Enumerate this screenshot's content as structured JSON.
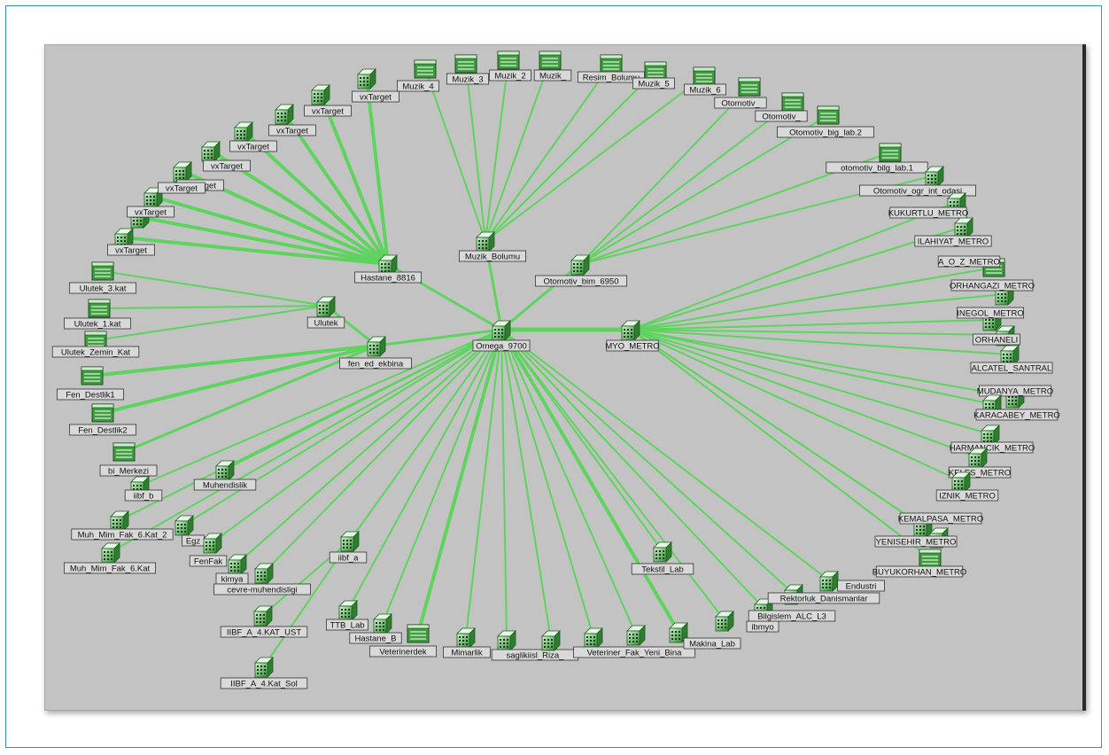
{
  "colors": {
    "link": "#5ed45e",
    "node_fill": "#3e9e3e",
    "node_light": "#b9e8b9",
    "canvas": "#c3c3c3"
  },
  "hubs": {
    "core": "Omega_9700",
    "myo": "MYO_METRO",
    "hastane": "Hastane_8816",
    "muzik": "Muzik_Bolumu",
    "otomotiv": "Otomotiv_bim_6950",
    "ulutek": "Ulutek",
    "fen": "fen_ed_ekbina"
  },
  "node_icons": {
    "server": "building-icon",
    "switch": "server-rack-icon"
  },
  "nodes": [
    {
      "id": "Omega_9700",
      "label": "Omega_9700",
      "icon": "building-icon"
    },
    {
      "id": "MYO_METRO",
      "label": "MYO_METRO",
      "icon": "building-icon"
    },
    {
      "id": "Hastane_8816",
      "label": "Hastane_8816",
      "icon": "building-icon"
    },
    {
      "id": "Muzik_Bolumu",
      "label": "Muzik_Bolumu",
      "icon": "building-icon"
    },
    {
      "id": "Otomotiv_bim_6950",
      "label": "Otomotiv_bim_6950",
      "icon": "building-icon"
    },
    {
      "id": "Ulutek",
      "label": "Ulutek",
      "icon": "building-icon"
    },
    {
      "id": "fen_ed_ekbina",
      "label": "fen_ed_ekbina",
      "icon": "building-icon"
    },
    {
      "id": "vx1",
      "label": "vxTarget",
      "icon": "building-icon"
    },
    {
      "id": "vx2",
      "label": "vxTarget",
      "icon": "building-icon"
    },
    {
      "id": "vx3",
      "label": "vxTarget",
      "icon": "building-icon"
    },
    {
      "id": "vx4",
      "label": "vxTarget",
      "icon": "building-icon"
    },
    {
      "id": "vx5",
      "label": "vxTarget",
      "icon": "building-icon"
    },
    {
      "id": "vx6",
      "label": "vxTarget",
      "icon": "building-icon"
    },
    {
      "id": "vx7",
      "label": "vxTarget",
      "icon": "building-icon"
    },
    {
      "id": "vx8",
      "label": "vxTarget",
      "icon": "building-icon"
    },
    {
      "id": "vx9",
      "label": "vxTarget",
      "icon": "building-icon"
    },
    {
      "id": "m4",
      "label": "Muzik_4",
      "icon": "server-rack-icon"
    },
    {
      "id": "m3",
      "label": "Muzik_3",
      "icon": "server-rack-icon"
    },
    {
      "id": "m2",
      "label": "Muzik_2",
      "icon": "server-rack-icon"
    },
    {
      "id": "m1",
      "label": "Muzik_",
      "icon": "server-rack-icon"
    },
    {
      "id": "rb",
      "label": "Resim_Bolumu",
      "icon": "server-rack-icon"
    },
    {
      "id": "m5",
      "label": "Muzik_5",
      "icon": "server-rack-icon"
    },
    {
      "id": "m6",
      "label": "Muzik_6",
      "icon": "server-rack-icon"
    },
    {
      "id": "ot1",
      "label": "Otomotiv_",
      "icon": "server-rack-icon"
    },
    {
      "id": "ot2",
      "label": "Otomotiv_",
      "icon": "server-rack-icon"
    },
    {
      "id": "ot3",
      "label": "Otomotiv_big_lab.2",
      "icon": "server-rack-icon"
    },
    {
      "id": "ot4",
      "label": "otomotiv_bilg_lab.1",
      "icon": "server-rack-icon"
    },
    {
      "id": "ot5",
      "label": "Otomotiv_ogr_int_odasi",
      "icon": "building-icon"
    },
    {
      "id": "ul3",
      "label": "Ulutek_3.kat",
      "icon": "server-rack-icon"
    },
    {
      "id": "ul1",
      "label": "Ulutek_1.kat",
      "icon": "server-rack-icon"
    },
    {
      "id": "ulz",
      "label": "Ulutek_Zemin_Kat",
      "icon": "server-rack-icon"
    },
    {
      "id": "fd1",
      "label": "Fen_Destlik1",
      "icon": "server-rack-icon"
    },
    {
      "id": "fd2",
      "label": "Fen_Destlik2",
      "icon": "server-rack-icon"
    },
    {
      "id": "bm",
      "label": "bi_Merkezi",
      "icon": "server-rack-icon"
    },
    {
      "id": "iibfb",
      "label": "iibf_b",
      "icon": "building-icon"
    },
    {
      "id": "muh",
      "label": "Muhendislik",
      "icon": "building-icon"
    },
    {
      "id": "mmf2",
      "label": "Muh_Mim_Fak_6.Kat_2",
      "icon": "building-icon"
    },
    {
      "id": "mmf",
      "label": "Muh_Mim_Fak_6.Kat",
      "icon": "building-icon"
    },
    {
      "id": "egz",
      "label": "Egz",
      "icon": "building-icon"
    },
    {
      "id": "fenfak",
      "label": "FenFak",
      "icon": "building-icon"
    },
    {
      "id": "kimya",
      "label": "kimya",
      "icon": "building-icon"
    },
    {
      "id": "cevre",
      "label": "cevre-muhendisligi",
      "icon": "building-icon"
    },
    {
      "id": "iibfa",
      "label": "iibf_a",
      "icon": "building-icon"
    },
    {
      "id": "iibfust",
      "label": "IIBF_A_4.KAT_UST",
      "icon": "building-icon"
    },
    {
      "id": "iibfsol",
      "label": "IIBF_A_4.Kat_Sol",
      "icon": "building-icon"
    },
    {
      "id": "ttb",
      "label": "TTB_Lab",
      "icon": "building-icon"
    },
    {
      "id": "hast2",
      "label": "Hastane_B",
      "icon": "building-icon"
    },
    {
      "id": "vet",
      "label": "Veterinerdek",
      "icon": "server-rack-icon"
    },
    {
      "id": "mimar",
      "label": "Mimarlik",
      "icon": "building-icon"
    },
    {
      "id": "sagl",
      "label": "saglikiisl_Riza_",
      "icon": "building-icon"
    },
    {
      "id": "sagl2",
      "label": "",
      "icon": "building-icon"
    },
    {
      "id": "vetfak",
      "label": "Veteriner_Fak_Yeni_Bina",
      "icon": "building-icon"
    },
    {
      "id": "yeni",
      "label": "",
      "icon": "building-icon"
    },
    {
      "id": "makina",
      "label": "Makina_Lab",
      "icon": "building-icon"
    },
    {
      "id": "tekstil",
      "label": "Tekstil_Lab",
      "icon": "building-icon"
    },
    {
      "id": "ibmyo",
      "label": "ibmyo",
      "icon": "building-icon"
    },
    {
      "id": "bilgi",
      "label": "Bilgislem_ALC_L3",
      "icon": "building-icon"
    },
    {
      "id": "rekt",
      "label": "Rektorluk_Danismanlar",
      "icon": "building-icon"
    },
    {
      "id": "endu",
      "label": "Endustri",
      "icon": "building-icon"
    },
    {
      "id": "kuk",
      "label": "KUKURTLU_METRO",
      "icon": "building-icon"
    },
    {
      "id": "ilah",
      "label": "ILAHIYAT_METRO",
      "icon": "building-icon"
    },
    {
      "id": "aoz",
      "label": "A_O_Z_METRO",
      "icon": "server-rack-icon"
    },
    {
      "id": "orhg",
      "label": "ORHANGAZI_METRO",
      "icon": "building-icon"
    },
    {
      "id": "ineg",
      "label": "INEGOL_METRO",
      "icon": "building-icon"
    },
    {
      "id": "orhe",
      "label": "ORHANELI",
      "icon": "building-icon"
    },
    {
      "id": "alc",
      "label": "ALCATEL_SANTRAL",
      "icon": "building-icon"
    },
    {
      "id": "mud",
      "label": "MUDANYA_METRO",
      "icon": "building-icon"
    },
    {
      "id": "kara",
      "label": "KARACABEY_METRO",
      "icon": "building-icon"
    },
    {
      "id": "harm",
      "label": "HARMANCIK_METRO",
      "icon": "building-icon"
    },
    {
      "id": "kele",
      "label": "KELES_METRO",
      "icon": "building-icon"
    },
    {
      "id": "izn",
      "label": "IZNIK_METRO",
      "icon": "building-icon"
    },
    {
      "id": "kemp",
      "label": "KEMALPASA_METRO",
      "icon": "building-icon"
    },
    {
      "id": "yens",
      "label": "YENISEHIR_METRO",
      "icon": "building-icon"
    },
    {
      "id": "buyu",
      "label": "BUYUKORHAN_METRO",
      "icon": "server-rack-icon"
    }
  ]
}
